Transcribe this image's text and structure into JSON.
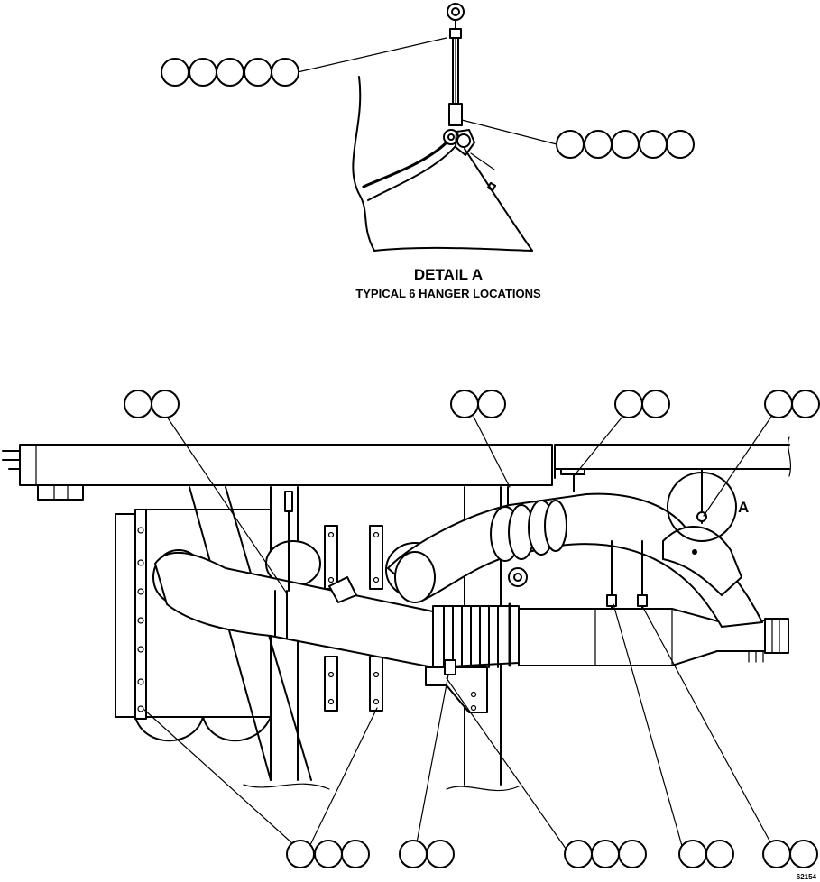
{
  "detail": {
    "title": "DETAIL A",
    "subtitle": "TYPICAL 6 HANGER LOCATIONS"
  },
  "view_label": "A",
  "figure_number": "62154",
  "callouts": [
    {
      "id": "detail-hanger-rod",
      "bubbles": 5
    },
    {
      "id": "detail-hanger-clamp",
      "bubbles": 5
    },
    {
      "id": "hanger-strap-left",
      "bubbles": 2
    },
    {
      "id": "hanger-center",
      "bubbles": 2
    },
    {
      "id": "hanger-right",
      "bubbles": 2
    },
    {
      "id": "hanger-detail-a",
      "bubbles": 2
    },
    {
      "id": "mount-bolts",
      "bubbles": 3
    },
    {
      "id": "bracket-bolt",
      "bubbles": 2
    },
    {
      "id": "bracket",
      "bubbles": 3
    },
    {
      "id": "hanger-rod-lower-1",
      "bubbles": 2
    },
    {
      "id": "hanger-rod-lower-2",
      "bubbles": 2
    }
  ]
}
